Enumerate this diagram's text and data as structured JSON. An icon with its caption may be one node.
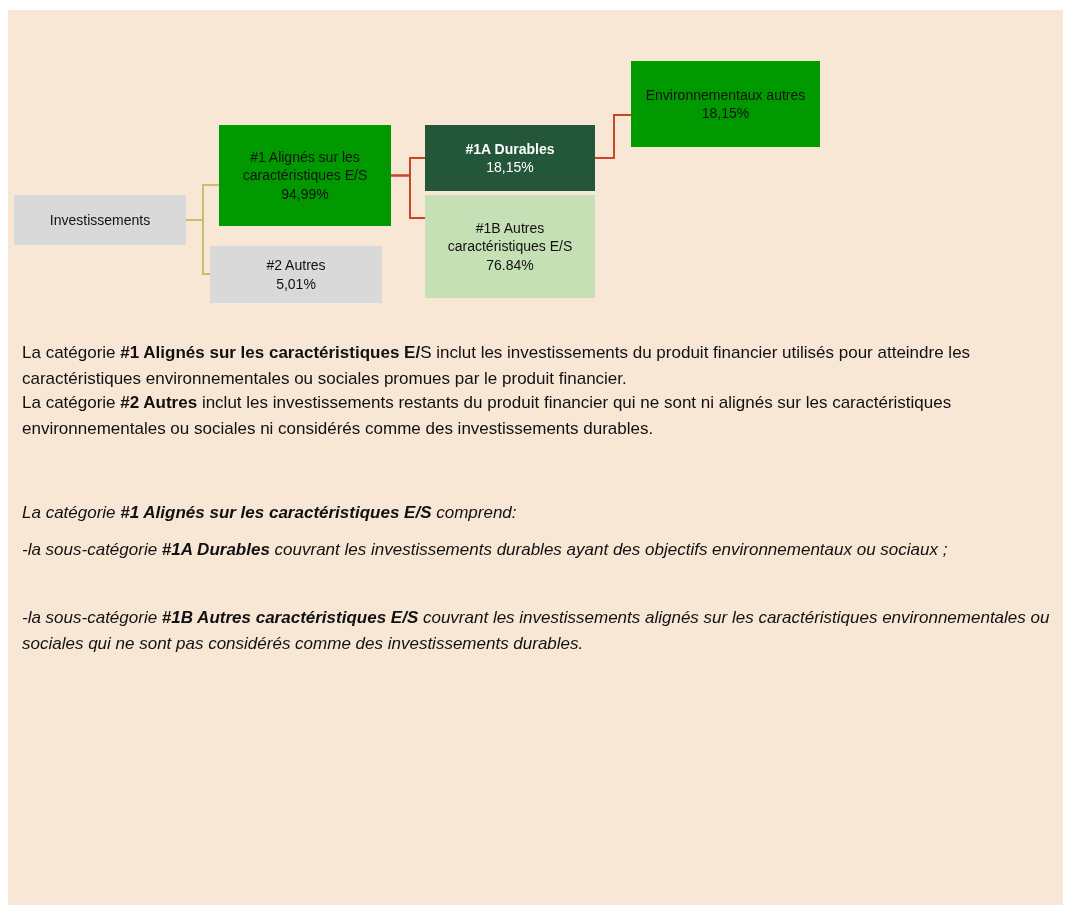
{
  "diagram": {
    "nodes": [
      {
        "text": [
          "Investissements"
        ]
      },
      {
        "text": [
          "#1 Alignés sur les caractéristiques E/S 94,99%"
        ]
      },
      {
        "text": [
          "#2 Autres",
          "5,01%"
        ]
      },
      {
        "text": [
          "#1A Durables",
          "18,15%"
        ]
      },
      {
        "text": [
          "#1B Autres caractéristiques E/S",
          "76.84%"
        ]
      },
      {
        "text": [
          "Environnementaux autres",
          "18,15%"
        ]
      }
    ],
    "edges": [
      {
        "from": 0,
        "to": 1,
        "arrow": "none",
        "color": "#c9bd6e"
      },
      {
        "from": 0,
        "to": 2,
        "arrow": "none",
        "color": "#c9bd6e"
      },
      {
        "from": 1,
        "to": 3,
        "arrow": "none"
      },
      {
        "from": 1,
        "to": 4,
        "arrow": "none"
      },
      {
        "from": 3,
        "to": 5,
        "arrow": "none"
      }
    ],
    "labels": [
      "La catégorie **#1 Alignés sur les caractéristiques E/**S inclut les investissements du produit financier utilisés pour atteindre les caractéristiques environnementales ou sociales promues par le produit financier.",
      "La catégorie **#2 Autres** inclut les investissements restants du produit financier qui ne sont ni alignés sur les caractéristiques environnementales ou sociales ni considérés comme des investissements durables.",
      "La catégorie **#1 Alignés sur les caractéristiques E/S** comprend:",
      " -la sous-catégorie **#1A Durables** couvrant les investissements durables ayant des objectifs environnementaux ou sociaux ;",
      " -la sous-catégorie **#1B Autres caractéristiques E/S** couvrant les investissements alignés sur les caractéristiques environnementales ou sociales qui ne sont pas considérés comme des investissements durables."
    ]
  }
}
